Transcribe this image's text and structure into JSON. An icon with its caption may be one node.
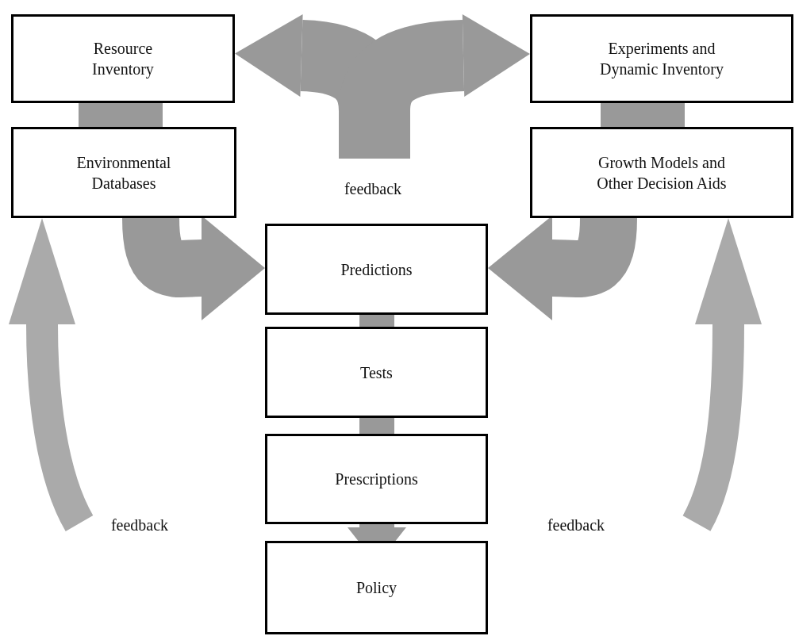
{
  "diagram": {
    "nodes": [
      {
        "text": [
          "Resource Inventory"
        ]
      },
      {
        "text": [
          "Experiments and Dynamic Inventory"
        ]
      },
      {
        "text": [
          "Environmental Databases"
        ]
      },
      {
        "text": [
          "Growth Models and Other Decision Aids"
        ]
      },
      {
        "text": [
          "Predictions"
        ]
      },
      {
        "text": [
          "Tests"
        ]
      },
      {
        "text": [
          "Prescriptions"
        ]
      },
      {
        "text": [
          "Policy"
        ]
      }
    ],
    "edges": [
      {
        "from": 0,
        "to": 2,
        "arrow": "none"
      },
      {
        "from": 2,
        "to": 4,
        "arrow": "to"
      },
      {
        "from": 1,
        "to": 3,
        "arrow": "none"
      },
      {
        "from": 3,
        "to": 4,
        "arrow": "to"
      },
      {
        "from": 4,
        "to": 5,
        "arrow": "none"
      },
      {
        "from": 5,
        "to": 6,
        "arrow": "none"
      },
      {
        "from": 6,
        "to": 7,
        "arrow": "to"
      },
      {
        "from": null,
        "to": 0,
        "arrow": "to"
      },
      {
        "from": null,
        "to": 1,
        "arrow": "to"
      },
      {
        "from": null,
        "to": 2,
        "arrow": "to",
        "color": "#aaaaaa"
      },
      {
        "from": null,
        "to": 3,
        "arrow": "to",
        "color": "#aaaaaa"
      }
    ],
    "labels": [
      "feedback",
      "feedback",
      "feedback"
    ]
  }
}
